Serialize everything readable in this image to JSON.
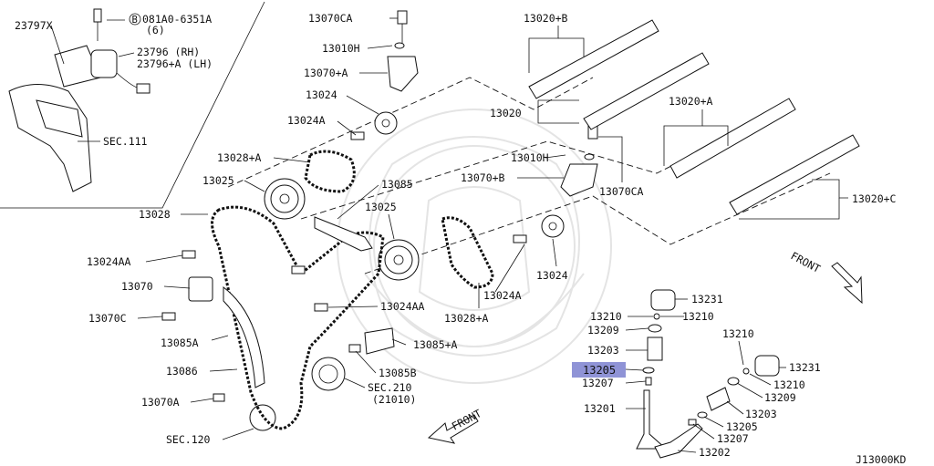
{
  "diagram": {
    "footer_code": "J13000KD",
    "front_labels": [
      "FRONT",
      "FRONT"
    ],
    "callouts": {
      "c23797x": "23797X",
      "bolt_ref_code": "081A0-6351A",
      "bolt_ref_badge": "B",
      "bolt_ref_qty": "(6)",
      "c23796": "23796  (RH)",
      "c23796a": "23796+A (LH)",
      "sec111": "SEC.111",
      "c13070ca_top": "13070CA",
      "c13010h_top": "13010H",
      "c13070a_top": "13070+A",
      "c13024_top": "13024",
      "c13024a_top": "13024A",
      "c13028a_top": "13028+A",
      "c13025_left": "13025",
      "c13085": "13085",
      "c13025_mid": "13025",
      "c13028": "13028",
      "c13024aa_left": "13024AA",
      "c13070": "13070",
      "c13070c": "13070C",
      "c13085a": "13085A",
      "c13086": "13086",
      "c13070a_low": "13070A",
      "sec120": "SEC.120",
      "c13024aa_mid": "13024AA",
      "c13085a_plus": "13085+A",
      "c13085b": "13085B",
      "sec210": "SEC.210",
      "sec210_sub": "(21010)",
      "c13020b": "13020+B",
      "c13020": "13020",
      "c13010h_mid": "13010H",
      "c13070b": "13070+B",
      "c13070ca_mid": "13070CA",
      "c13020a": "13020+A",
      "c13020c": "13020+C",
      "c13028a_mid": "13028+A",
      "c13024a_mid": "13024A",
      "c13024_mid": "13024",
      "c13231_l": "13231",
      "c13210_la": "13210",
      "c13210_lb": "13210",
      "c13209_l": "13209",
      "c13203_l": "13203",
      "c13205_l": "13205",
      "c13207_l": "13207",
      "c13201": "13201",
      "c13210_ra": "13210",
      "c13231_r": "13231",
      "c13210_rb": "13210",
      "c13209_r": "13209",
      "c13203_r": "13203",
      "c13205_r": "13205",
      "c13207_r": "13207",
      "c13202": "13202"
    },
    "highlight_color": "#8f93d6"
  }
}
